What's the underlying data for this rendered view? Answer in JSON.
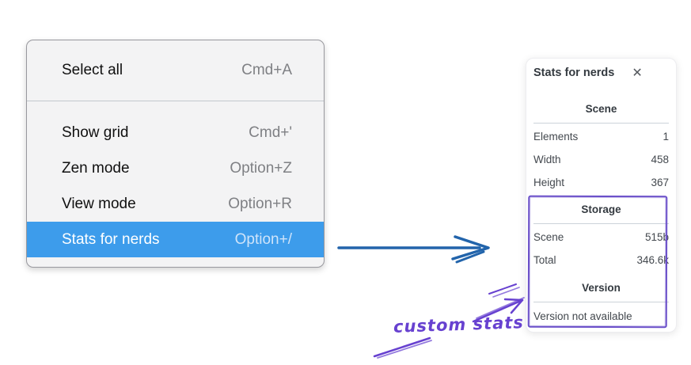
{
  "context_menu": {
    "items": [
      {
        "label": "Select all",
        "shortcut": "Cmd+A",
        "selected": false
      },
      {
        "label": "Show grid",
        "shortcut": "Cmd+'",
        "selected": false
      },
      {
        "label": "Zen mode",
        "shortcut": "Option+Z",
        "selected": false
      },
      {
        "label": "View mode",
        "shortcut": "Option+R",
        "selected": false
      },
      {
        "label": "Stats for nerds",
        "shortcut": "Option+/",
        "selected": true
      }
    ]
  },
  "stats_panel": {
    "title": "Stats for nerds",
    "close_glyph": "✕",
    "scene_section": {
      "heading": "Scene",
      "rows": [
        {
          "label": "Elements",
          "value": "1"
        },
        {
          "label": "Width",
          "value": "458"
        },
        {
          "label": "Height",
          "value": "367"
        }
      ]
    },
    "storage_section": {
      "heading": "Storage",
      "rows": [
        {
          "label": "Scene",
          "value": "515b"
        },
        {
          "label": "Total",
          "value": "346.6k"
        }
      ]
    },
    "version_section": {
      "heading": "Version",
      "note": "Version not available"
    }
  },
  "annotation": {
    "label": "custom stats"
  },
  "colors": {
    "menu_highlight": "#3d9ceb",
    "menu_background": "#f3f3f4",
    "arrow_blue": "#2264ab",
    "annotation_purple": "#6741d0",
    "box_purple": "#6a4fc9",
    "panel_text": "#43484e"
  }
}
